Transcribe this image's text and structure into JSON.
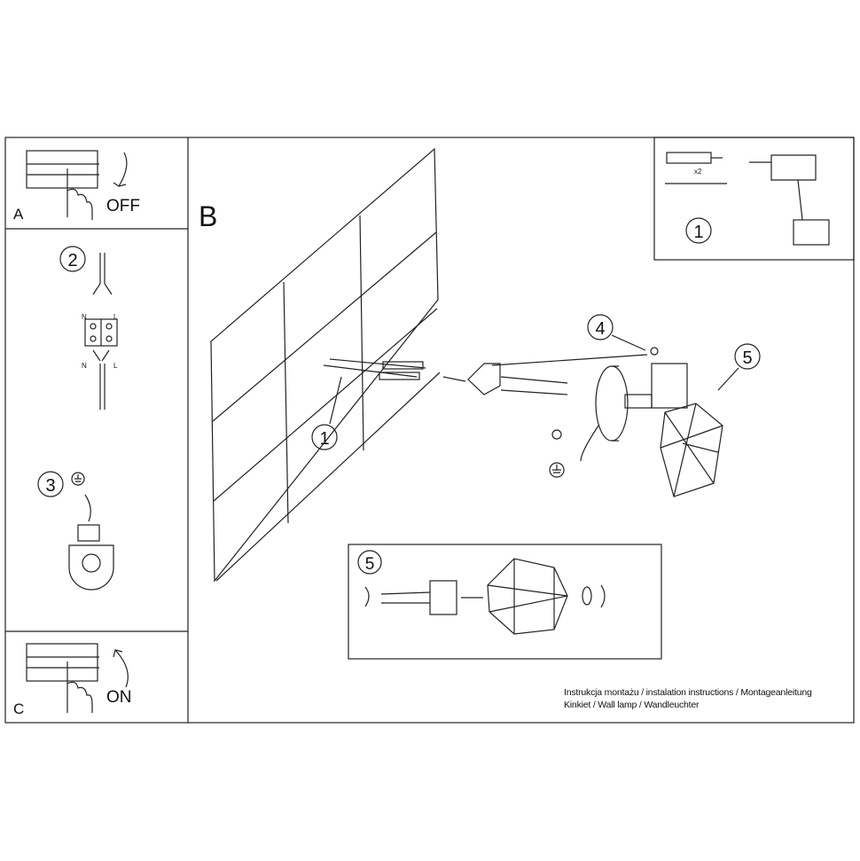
{
  "steps": {
    "a_label": "A",
    "a_action": "OFF",
    "b_label": "B",
    "c_label": "C",
    "c_action": "ON",
    "step2": "2",
    "step3": "3",
    "wire_n": "N",
    "wire_l": "L",
    "kit_count": "x2"
  },
  "callouts": {
    "c1": "1",
    "c4": "4",
    "c5": "5",
    "inset5": "5",
    "top1": "1"
  },
  "caption": {
    "line1": "Instrukcja montażu / instalation instructions / Montageanleitung",
    "line2": "Kinkiet / Wall lamp / Wandleuchter"
  }
}
